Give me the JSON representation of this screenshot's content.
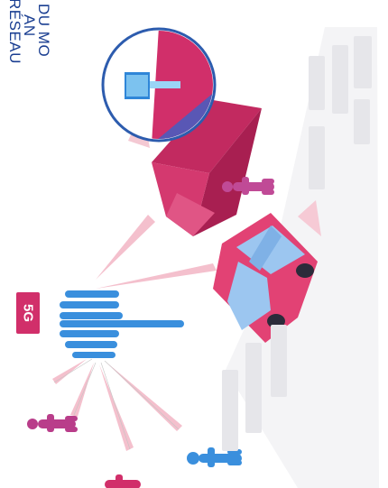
{
  "headline": {
    "line1": "RÉSEAU",
    "line2": "AN",
    "line3": "DU MO"
  },
  "badge": {
    "label": "5G"
  },
  "colors": {
    "pink": "#d12f6a",
    "magenta": "#b6265c",
    "blue": "#3a8fdd",
    "navy": "#1a3e91",
    "beam": "#f3b6c5",
    "car_window": "#9cc6f0"
  }
}
